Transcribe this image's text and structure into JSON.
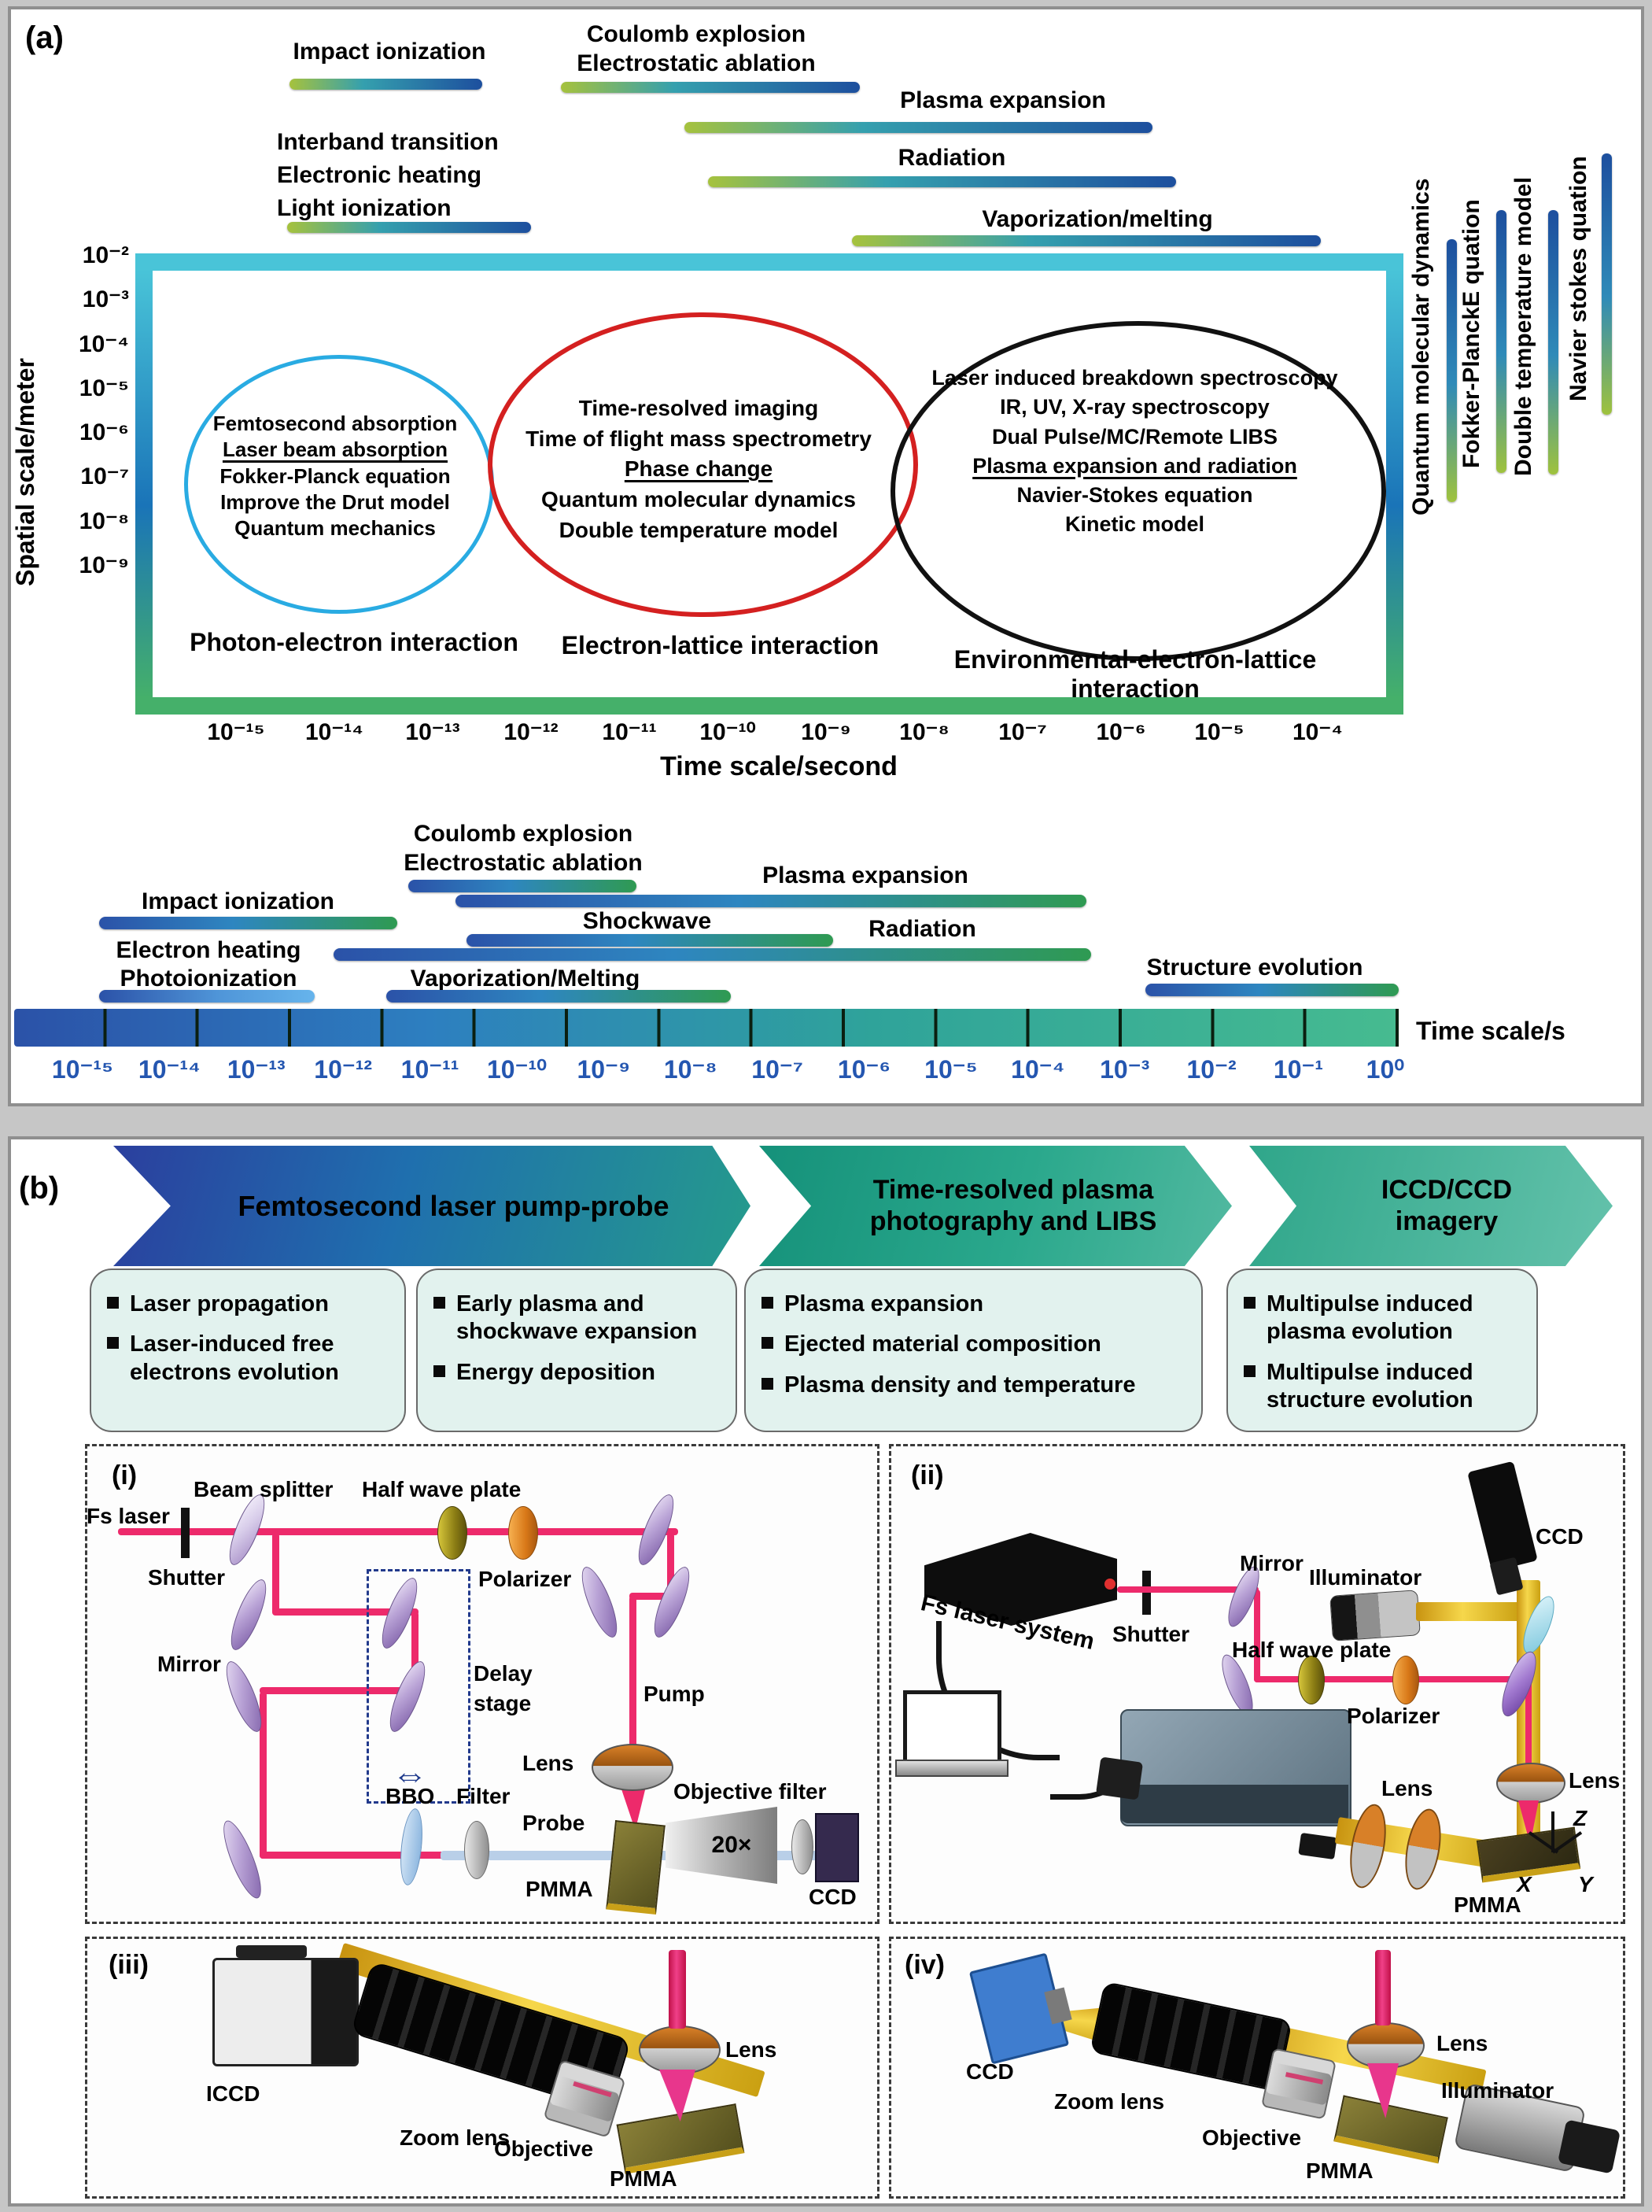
{
  "panel_a": {
    "tag": "(a)",
    "y_axis": {
      "title": "Spatial scale/meter",
      "ticks": [
        "10⁻²",
        "10⁻³",
        "10⁻⁴",
        "10⁻⁵",
        "10⁻⁶",
        "10⁻⁷",
        "10⁻⁸",
        "10⁻⁹"
      ]
    },
    "x_axis": {
      "title": "Time scale/second",
      "ticks": [
        "10⁻¹⁵",
        "10⁻¹⁴",
        "10⁻¹³",
        "10⁻¹²",
        "10⁻¹¹",
        "10⁻¹⁰",
        "10⁻⁹",
        "10⁻⁸",
        "10⁻⁷",
        "10⁻⁶",
        "10⁻⁵",
        "10⁻⁴"
      ]
    },
    "top": {
      "impact": "Impact ionization",
      "coulomb1": "Coulomb explosion",
      "coulomb2": "Electrostatic ablation",
      "plasma": "Plasma expansion",
      "radiation": "Radiation",
      "vapor": "Vaporization/melting",
      "inter1": "Interband transition",
      "inter2": "Electronic heating",
      "inter3": "Light ionization"
    },
    "ellipses": {
      "blue": {
        "caption": "Photon-electron interaction",
        "lines": [
          {
            "t": "Femtosecond absorption"
          },
          {
            "t": "Laser beam absorption",
            "u": true
          },
          {
            "t": "Fokker-Planck equation"
          },
          {
            "t": "Improve the Drut model"
          },
          {
            "t": "Quantum mechanics"
          }
        ]
      },
      "red": {
        "caption": "Electron-lattice interaction",
        "lines": [
          {
            "t": "Time-resolved imaging"
          },
          {
            "t": "Time of flight mass spectrometry"
          },
          {
            "t": "Phase change",
            "u": true
          },
          {
            "t": "Quantum molecular dynamics"
          },
          {
            "t": "Double temperature model"
          }
        ]
      },
      "black": {
        "caption1": "Environmental-electron-lattice",
        "caption2": "interaction",
        "lines": [
          {
            "t": "Laser induced breakdown spectroscopy"
          },
          {
            "t": "IR, UV, X-ray spectroscopy"
          },
          {
            "t": "Dual Pulse/MC/Remote LIBS"
          },
          {
            "t": "Plasma expansion and radiation",
            "u": true
          },
          {
            "t": "Navier-Stokes equation"
          },
          {
            "t": "Kinetic model"
          }
        ]
      }
    },
    "models": [
      "Quantum molecular dynamics",
      "Fokker-PlanckE quation",
      "Double temperature model",
      "Navier stokes quation"
    ],
    "bottom": {
      "coulomb1": "Coulomb explosion",
      "coulomb2": "Electrostatic ablation",
      "impact": "Impact ionization",
      "electron": "Electron heating",
      "photo": "Photoionization",
      "plasma": "Plasma expansion",
      "shock": "Shockwave",
      "radiation": "Radiation",
      "vapor": "Vaporization/Melting",
      "structure": "Structure evolution"
    },
    "timeline": {
      "label": "Time scale/s",
      "ticks": [
        "10⁻¹⁵",
        "10⁻¹⁴",
        "10⁻¹³",
        "10⁻¹²",
        "10⁻¹¹",
        "10⁻¹⁰",
        "10⁻⁹",
        "10⁻⁸",
        "10⁻⁷",
        "10⁻⁶",
        "10⁻⁵",
        "10⁻⁴",
        "10⁻³",
        "10⁻²",
        "10⁻¹",
        "10⁰"
      ]
    }
  },
  "panel_b": {
    "tag": "(b)",
    "banner1": "Femtosecond laser pump-probe",
    "banner2a": "Time-resolved plasma",
    "banner2b": "photography and LIBS",
    "banner3a": "ICCD/CCD",
    "banner3b": "imagery",
    "box1": [
      "Laser propagation",
      "Laser-induced free electrons evolution"
    ],
    "box2": [
      "Early plasma and shockwave expansion",
      "Energy deposition"
    ],
    "box3": [
      "Plasma expansion",
      "Ejected material composition",
      "Plasma density and temperature"
    ],
    "box4": [
      "Multipulse induced plasma evolution",
      "Multipulse induced structure evolution"
    ],
    "i": {
      "tag": "(i)",
      "fs": "Fs laser",
      "shutter": "Shutter",
      "bs": "Beam splitter",
      "hwp": "Half wave plate",
      "pol": "Polarizer",
      "mirror": "Mirror",
      "delay1": "Delay",
      "delay2": "stage",
      "pump": "Pump",
      "lens": "Lens",
      "bbo": "BBO",
      "filter": "Filter",
      "probe": "Probe",
      "pmma": "PMMA",
      "objf": "Objective filter",
      "mag": "20×",
      "ccd": "CCD"
    },
    "ii": {
      "tag": "(ii)",
      "fs": "Fs laser system",
      "shutter": "Shutter",
      "mirror": "Mirror",
      "illum": "Illuminator",
      "ccd": "CCD",
      "hwp": "Half wave plate",
      "pol": "Polarizer",
      "lens1": "Lens",
      "lens2": "Lens",
      "pmma": "PMMA",
      "ax": "X",
      "ay": "Y",
      "az": "Z"
    },
    "iii": {
      "tag": "(iii)",
      "iccd": "ICCD",
      "zoom": "Zoom lens",
      "obj": "Objective",
      "pmma": "PMMA",
      "lens": "Lens"
    },
    "iv": {
      "tag": "(iv)",
      "ccd": "CCD",
      "zoom": "Zoom lens",
      "obj": "Objective",
      "pmma": "PMMA",
      "lens": "Lens",
      "illum": "Illuminator"
    }
  }
}
